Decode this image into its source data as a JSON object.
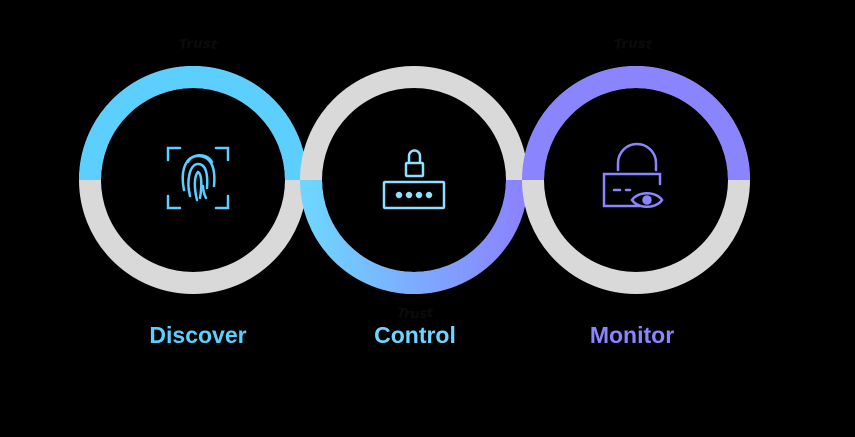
{
  "ring_label": "Trust",
  "steps": [
    {
      "id": "discover",
      "label": "Discover",
      "icon": "fingerprint-icon",
      "color": "#5ccfff"
    },
    {
      "id": "control",
      "label": "Control",
      "icon": "lock-keypad-icon",
      "color": "#8fe0ff"
    },
    {
      "id": "monitor",
      "label": "Monitor",
      "icon": "lock-eye-icon",
      "color": "#8a84ff"
    }
  ],
  "colors": {
    "background": "#000000",
    "ring_gray": "#d9d9d9",
    "discover": "#5ccfff",
    "control_gradient_start": "#6fd4ff",
    "control_gradient_end": "#8a84ff",
    "monitor": "#8a84ff"
  }
}
